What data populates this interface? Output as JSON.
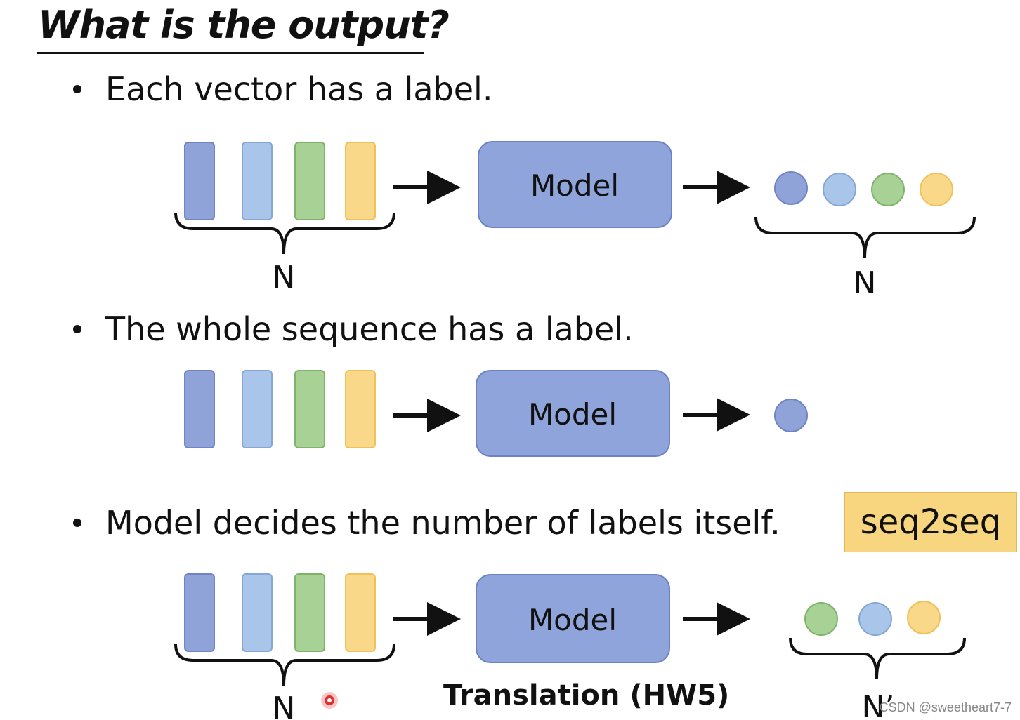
{
  "title": "What is the output?",
  "bullets": [
    "Each vector has a label.",
    "The whole sequence has a label.",
    "Model decides the number of labels itself."
  ],
  "seq2seq_tag": "seq2seq",
  "model_label": "Model",
  "n_label": "N",
  "n_prime_label": "N’",
  "translation_caption": "Translation (HW5)",
  "watermark": "CSDN @sweetheart7-7",
  "colors": {
    "vec_blue_dark": "#8fa3d8",
    "vec_blue_light": "#a9c6ea",
    "vec_green": "#a8d195",
    "vec_yellow": "#f9d88a",
    "model_fill": "#8ea4db",
    "model_stroke": "#6d82c4"
  }
}
